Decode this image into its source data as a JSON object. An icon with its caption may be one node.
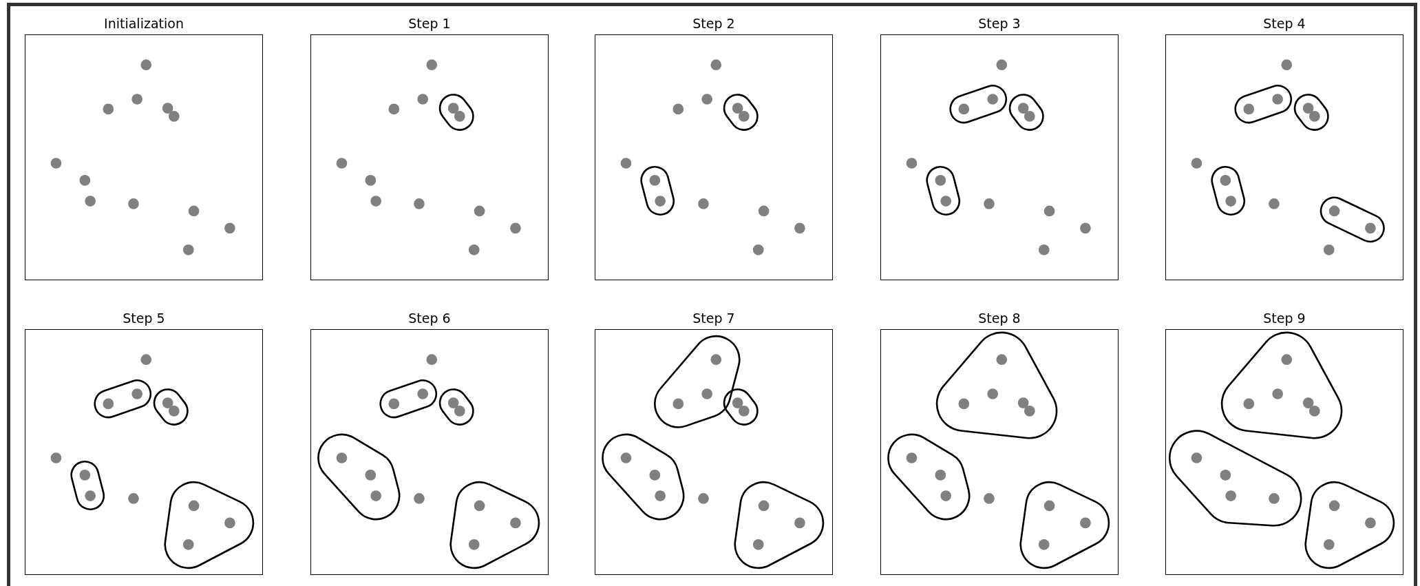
{
  "diagram": {
    "nodes": [
      {
        "text": [
          "Initialization"
        ]
      },
      {
        "text": [
          "Step 1"
        ]
      },
      {
        "text": [
          "Step 2"
        ]
      },
      {
        "text": [
          "Step 3"
        ]
      },
      {
        "text": [
          "Step 4"
        ]
      },
      {
        "text": [
          "Step 5"
        ]
      },
      {
        "text": [
          "Step 6"
        ]
      },
      {
        "text": [
          "Step 7"
        ]
      },
      {
        "text": [
          "Step 8"
        ]
      },
      {
        "text": [
          "Step 9"
        ]
      }
    ]
  }
}
